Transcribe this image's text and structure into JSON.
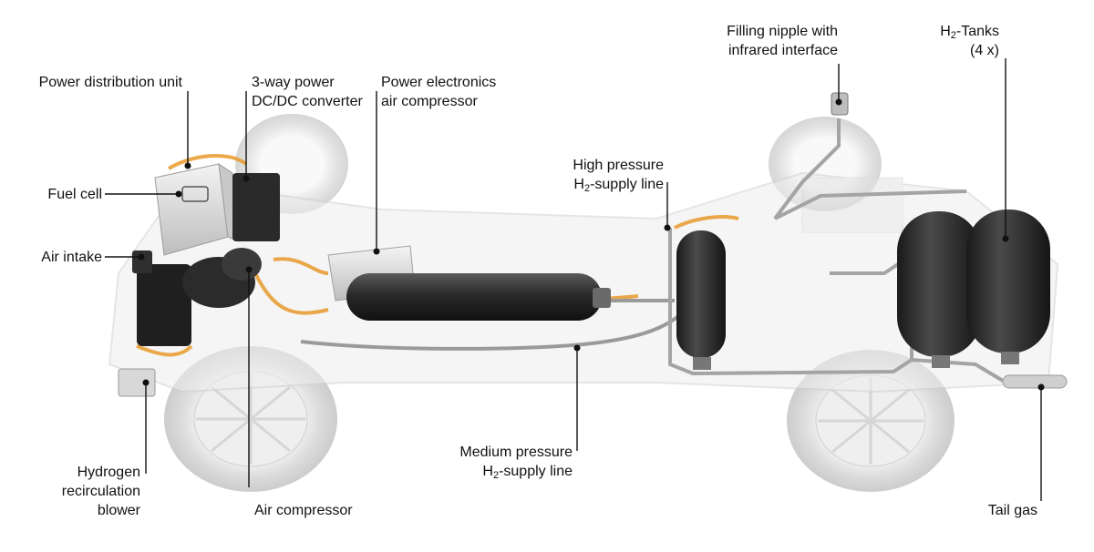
{
  "labels": {
    "power_distribution_unit": "Power distribution unit",
    "three_way_power_1": "3-way power",
    "three_way_power_2": "DC/DC converter",
    "power_electronics_1": "Power electronics",
    "power_electronics_2": "air compressor",
    "fuel_cell": "Fuel cell",
    "air_intake": "Air intake",
    "hydrogen_1": "Hydrogen",
    "hydrogen_2": "recirculation",
    "hydrogen_3": "blower",
    "air_compressor": "Air compressor",
    "medium_pressure_1": "Medium pressure",
    "medium_pressure_2a": "H",
    "medium_pressure_2sub": "2",
    "medium_pressure_2b": "-supply line",
    "high_pressure_1": "High pressure",
    "high_pressure_2a": "H",
    "high_pressure_2sub": "2",
    "high_pressure_2b": "-supply line",
    "filling_1": "Filling nipple with",
    "filling_2": "infrared interface",
    "tanks_1a": "H",
    "tanks_1sub": "2",
    "tanks_1b": "-Tanks",
    "tanks_2": "(4 x)",
    "tail_gas": "Tail gas"
  },
  "colors": {
    "leader_line": "#111111",
    "dot": "#111111",
    "tank": "#2b2b2b",
    "chassis": "#dcdcdc",
    "pipe": "#9a9a9a",
    "orange_cable": "#e79a2c"
  }
}
